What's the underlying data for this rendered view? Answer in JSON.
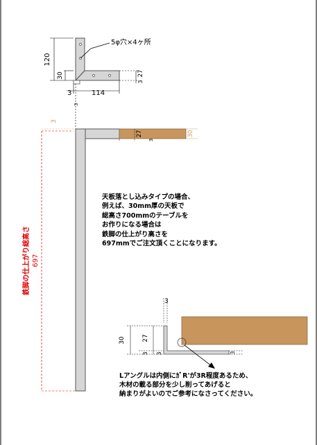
{
  "colors": {
    "steel_fill": "#d6d6d6",
    "steel_stroke": "#555555",
    "wood_fill": "#c8955d",
    "wood_stroke": "#8a6a45",
    "red": "#e00000",
    "orange_dim": "#d19a6a",
    "line": "#000000"
  },
  "top_detail": {
    "hole_label": "5φ穴×4ヶ所",
    "dim_height": "120",
    "dim_inner": "30",
    "dim_right": "27",
    "dim_right_small": "3",
    "dim_thickness": "3",
    "dim_width": "114"
  },
  "section": {
    "dim_top_offset": "3",
    "dim_board_27": "27",
    "dim_board_3": "3",
    "dim_board_30": "30",
    "red_dim_value": "697",
    "red_dim_caption": "鉄脚の仕上がり総高さ"
  },
  "note_main": [
    "天板落とし込みタイプの場合、",
    "例えば、30mm厚の天板で",
    "総高さ700mmのテーブルを",
    "お作りになる場合は",
    "鉄脚の仕上がり高さを",
    "697mmでご注文頂くことになります。"
  ],
  "bottom_detail": {
    "dim_top": "3",
    "dim_30": "30",
    "dim_27": "27",
    "dim_3a": "3",
    "dim_3b": "3",
    "dim_right": "3"
  },
  "note_bottom": [
    "Lアングルは内側にｶﾞR'が3R程度あるため、",
    "木材の載る部分を少し削ってあげると",
    "納まりがよいのでご参考になさってください。"
  ]
}
